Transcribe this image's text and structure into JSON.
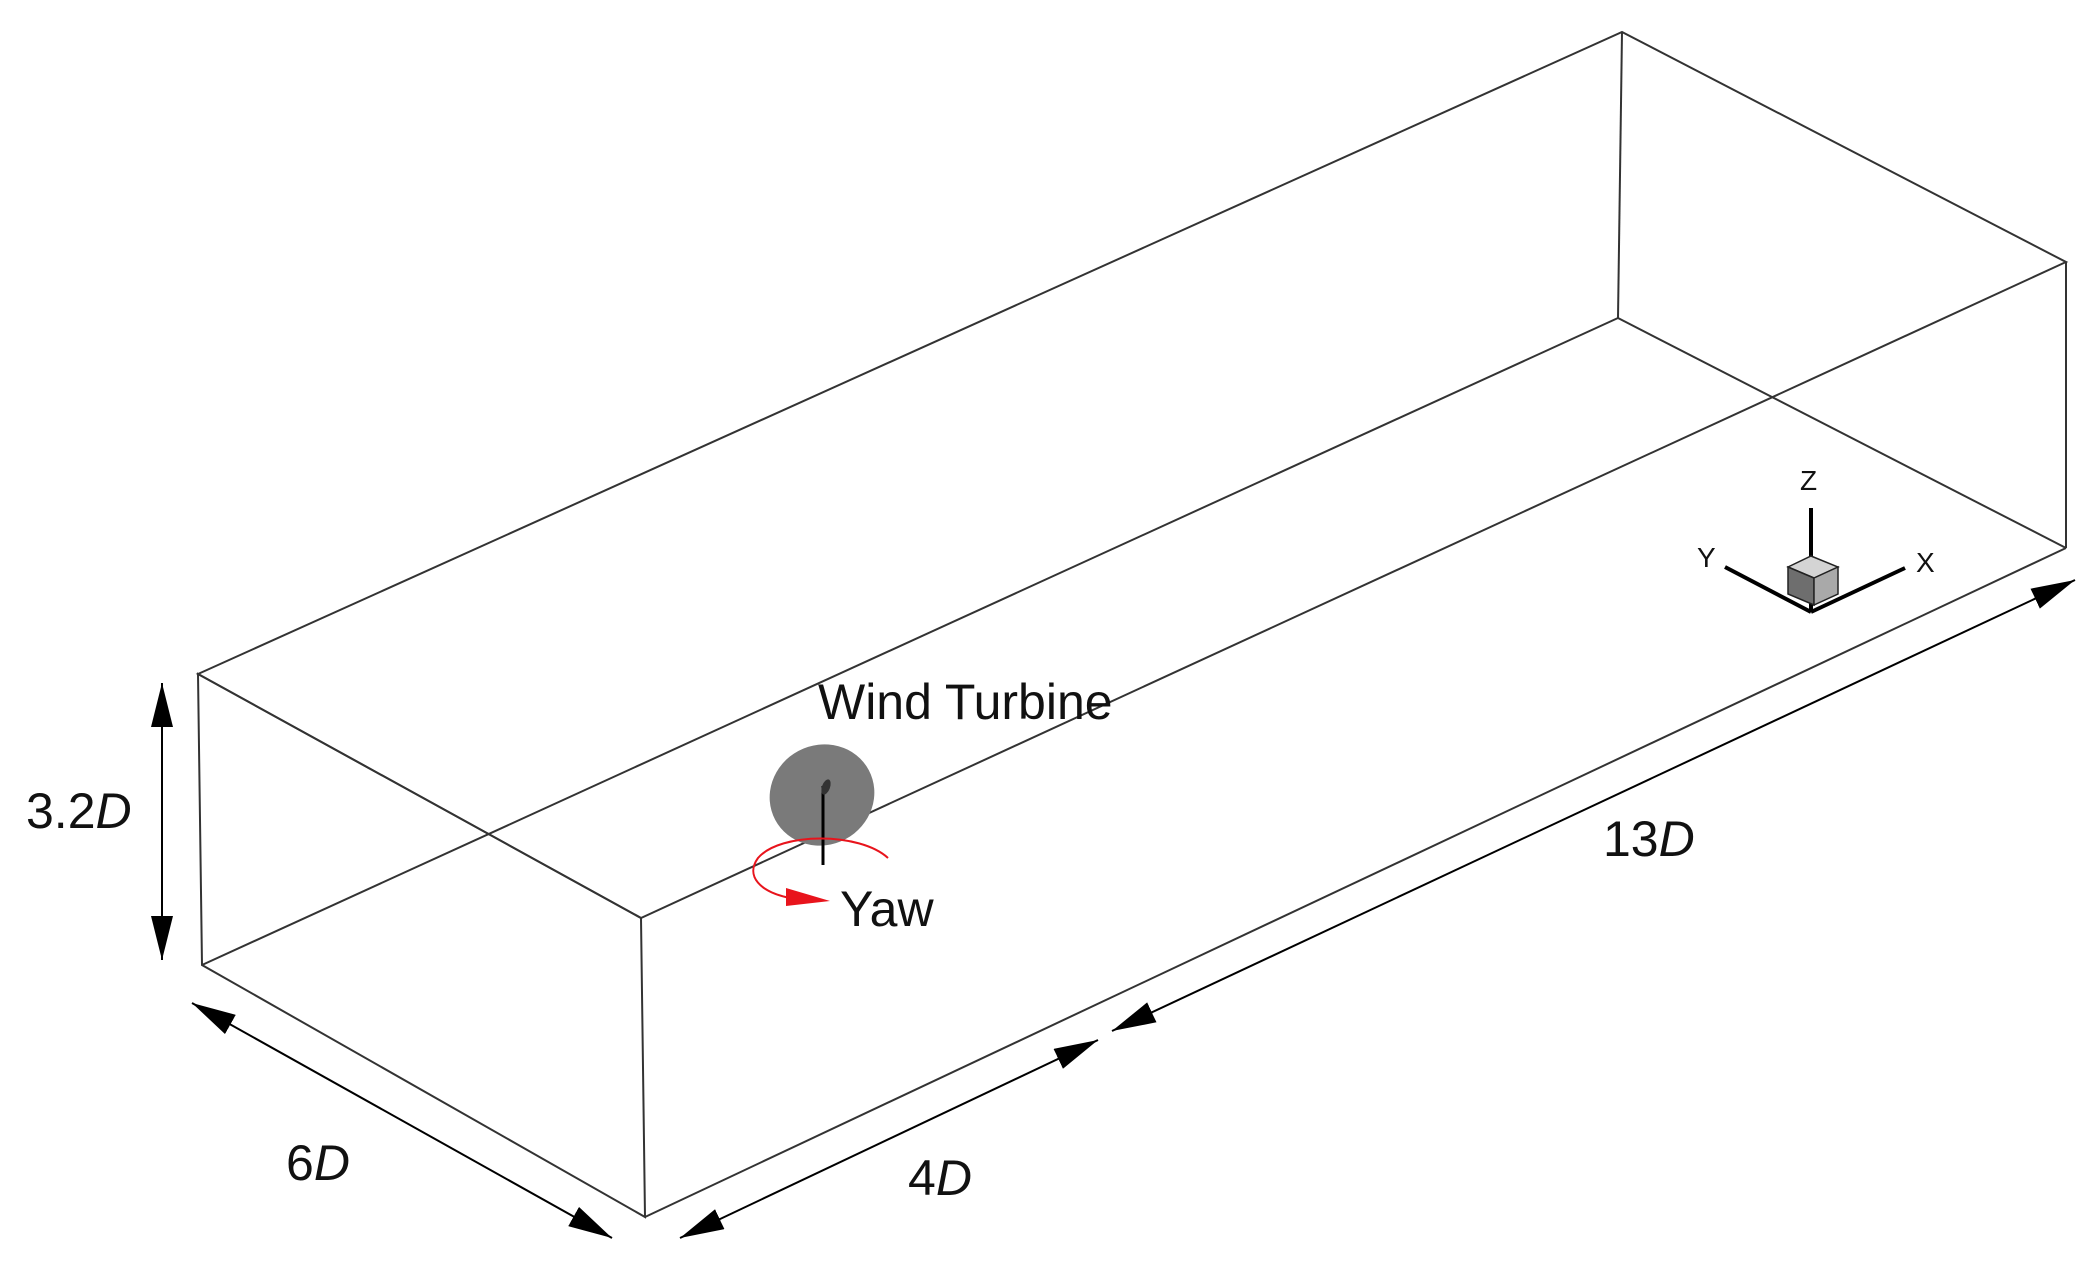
{
  "labels": {
    "turbine": "Wind Turbine",
    "yaw": "Yaw"
  },
  "dimensions": {
    "height": {
      "value": "3.2",
      "unit": "D"
    },
    "width": {
      "value": "6",
      "unit": "D"
    },
    "upstream": {
      "value": "4",
      "unit": "D"
    },
    "length": {
      "value": "13",
      "unit": "D"
    }
  },
  "axes": {
    "x": "X",
    "y": "Y",
    "z": "Z"
  },
  "colors": {
    "box_edge": "#333333",
    "arrow": "#000000",
    "rotor": "#7a7a7a",
    "yaw_indicator": "#e8141c",
    "axis_cube": "#a9a9a9"
  }
}
